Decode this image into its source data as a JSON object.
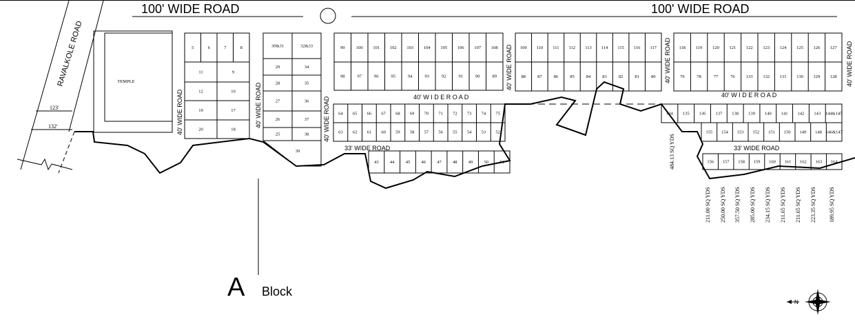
{
  "roads": {
    "top_left": "100'  WIDE  ROAD",
    "top_right": "100'  WIDE  ROAD",
    "ravalkole": "RAVALKOLE ROAD",
    "road_40_a": "40' WIDE ROAD",
    "road_40_b": "40' WIDE ROAD",
    "road_40_c": "40' WIDE ROAD",
    "road_40_d": "40' WIDE ROAD",
    "road_40_e": "40' WIDE ROAD",
    "road_40_f": "40' WIDE ROAD",
    "road_40_h1": "40' W I D E R O A D",
    "road_40_h2": "40' W I D E R O A D",
    "road_33_a": "33'  WIDE ROAD",
    "road_33_b": "33'  WIDE ROAD"
  },
  "landmarks": {
    "temple": "TEMPLE",
    "dim_123": "123'",
    "dim_132": "132'",
    "plot_39": "39",
    "area_484": "484.13 SQ YDS"
  },
  "block_title": {
    "letter": "A",
    "word": "Block"
  },
  "blocks": {
    "b5_20": [
      "5",
      "6",
      "7",
      "8",
      "11",
      "9",
      "12",
      "10",
      "19",
      "17",
      "20",
      "18"
    ],
    "b25_38": [
      "30&31",
      "32&33",
      "29",
      "34",
      "28",
      "35",
      "27",
      "36",
      "26",
      "37",
      "25",
      "38"
    ],
    "b89_108_top": [
      "99",
      "100",
      "101",
      "102",
      "103",
      "104",
      "105",
      "106",
      "107",
      "108"
    ],
    "b89_108_bottom": [
      "98",
      "97",
      "96",
      "95",
      "94",
      "93",
      "92",
      "91",
      "90",
      "89"
    ],
    "b80_117_top": [
      "109",
      "110",
      "111",
      "112",
      "113",
      "114",
      "115",
      "116",
      "117"
    ],
    "b80_117_bottom": [
      "88",
      "87",
      "86",
      "85",
      "84",
      "83",
      "82",
      "81",
      "80"
    ],
    "b118_133_top": [
      "118",
      "119",
      "120",
      "121",
      "122",
      "123",
      "124",
      "125",
      "126",
      "127"
    ],
    "b118_133_bottom": [
      "79",
      "78",
      "77",
      "76",
      "133",
      "132",
      "131",
      "130",
      "129",
      "128"
    ],
    "b52_75_top": [
      "64",
      "65",
      "66",
      "67",
      "68",
      "69",
      "70",
      "71",
      "72",
      "73",
      "74",
      "75"
    ],
    "b52_75_bottom": [
      "63",
      "62",
      "61",
      "60",
      "59",
      "58",
      "57",
      "56",
      "55",
      "54",
      "53",
      "52"
    ],
    "b134_147_top": [
      "134",
      "135",
      "136",
      "137",
      "138",
      "139",
      "140",
      "141",
      "142",
      "143",
      "144&145"
    ],
    "b134_147_bottom": [
      "155",
      "154",
      "153",
      "152",
      "151",
      "150",
      "149",
      "148",
      "146&147"
    ],
    "b43_51": [
      "43",
      "44",
      "45",
      "46",
      "47",
      "48",
      "49",
      "50",
      "51"
    ],
    "b156_164": [
      "156",
      "157",
      "158",
      "159",
      "160",
      "161",
      "162",
      "163",
      "164"
    ]
  },
  "plot_areas": [
    "211.00 SQ YDS",
    "250.00 SQ YDS",
    "357.50 SQ YDS",
    "285.00 SQ YDS",
    "234.15 SQ YDS",
    "211.65 SQ YDS",
    "211.65 SQ YDS",
    "223.35 SQ YDS",
    "189.95 SQ YDS"
  ],
  "compass": {
    "label": "N"
  }
}
